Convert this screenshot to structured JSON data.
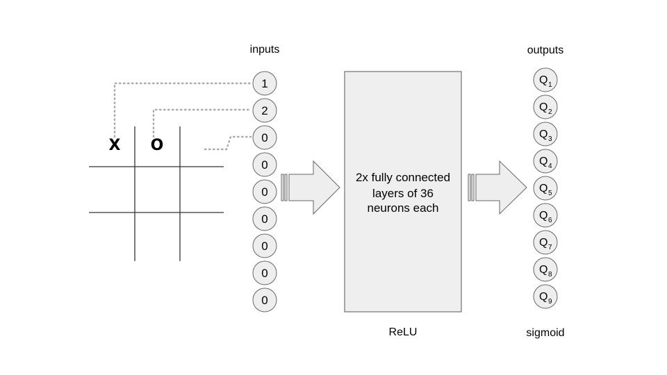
{
  "labels": {
    "inputs": "inputs",
    "outputs": "outputs",
    "hidden_activation": "ReLU",
    "output_activation": "sigmoid"
  },
  "board": {
    "cells": [
      "X",
      "O",
      "",
      "",
      "",
      "",
      "",
      "",
      ""
    ]
  },
  "inputs": [
    "1",
    "2",
    "0",
    "0",
    "0",
    "0",
    "0",
    "0",
    "0"
  ],
  "hidden_box": {
    "lines": [
      "2x fully connected",
      "layers of 36",
      "neurons each"
    ]
  },
  "outputs": [
    {
      "letter": "Q",
      "sub": "1"
    },
    {
      "letter": "Q",
      "sub": "2"
    },
    {
      "letter": "Q",
      "sub": "3"
    },
    {
      "letter": "Q",
      "sub": "4"
    },
    {
      "letter": "Q",
      "sub": "5"
    },
    {
      "letter": "Q",
      "sub": "6"
    },
    {
      "letter": "Q",
      "sub": "7"
    },
    {
      "letter": "Q",
      "sub": "8"
    },
    {
      "letter": "Q",
      "sub": "9"
    }
  ],
  "colors": {
    "node_fill": "#eeeeee",
    "node_stroke": "#666666",
    "box_fill": "#efefef",
    "arrow_fill": "#eeeeee",
    "dotted": "#aaaaaa",
    "grid": "#333333"
  }
}
